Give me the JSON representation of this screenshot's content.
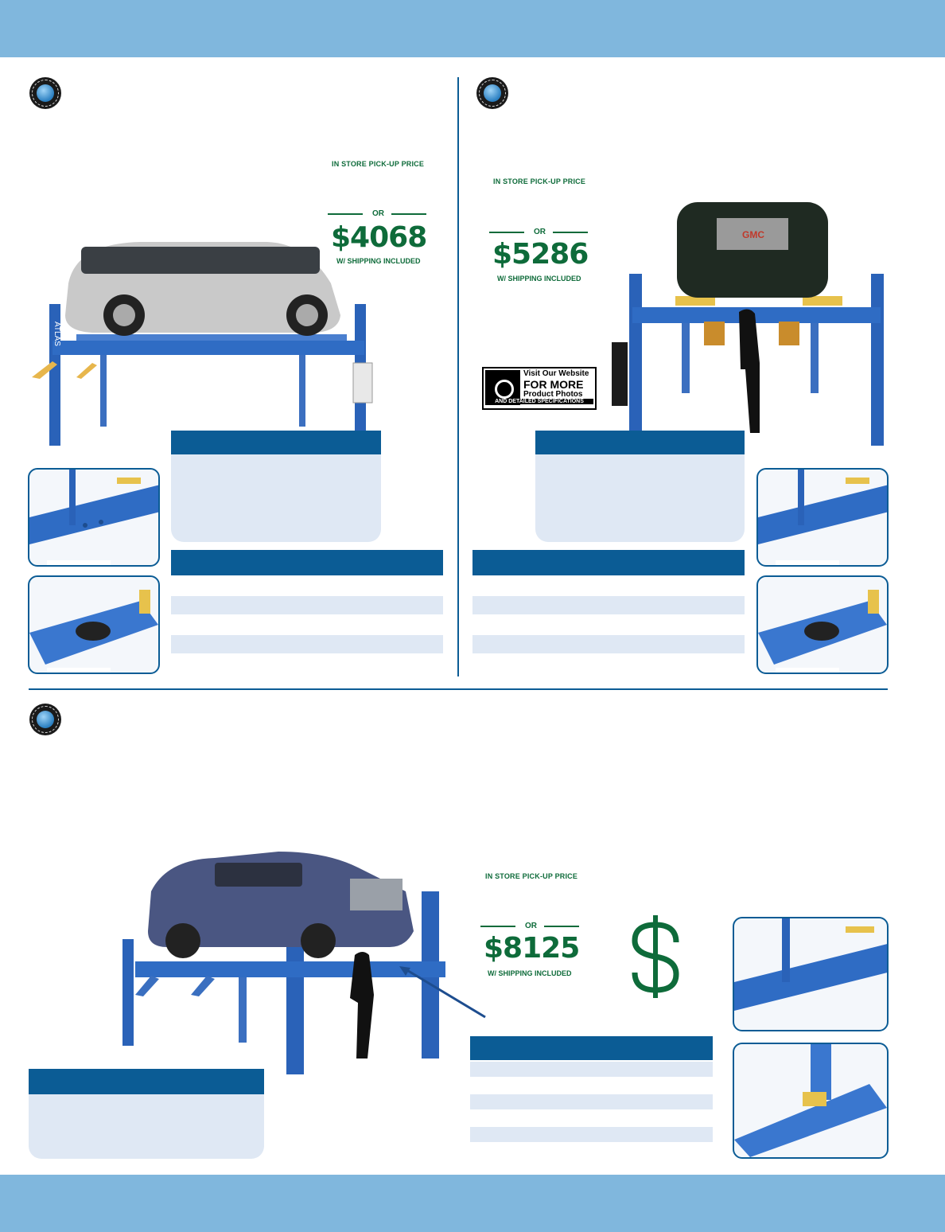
{
  "product_1": {
    "pickup_label": "IN STORE PICK-UP PRICE",
    "or_label": "OR",
    "shipping_price": "$4068",
    "shipping_label": "W/ SHIPPING INCLUDED",
    "post_lettering": "ATLAS"
  },
  "product_2": {
    "pickup_label": "IN STORE PICK-UP PRICE",
    "or_label": "OR",
    "shipping_price": "$5286",
    "shipping_label": "W/ SHIPPING INCLUDED",
    "grille_badge": "GMC"
  },
  "website_promo": {
    "line1": "Visit Our Website",
    "line2": "FOR MORE",
    "line3": "Product Photos",
    "line4": "AND DETAILED SPECIFICATIONS",
    "icon": "camera-icon"
  },
  "product_3": {
    "pickup_label": "IN STORE PICK-UP PRICE",
    "or_label": "OR",
    "shipping_price": "$8125",
    "shipping_label": "W/ SHIPPING INCLUDED",
    "icon": "dollar-sign-icon"
  },
  "colors": {
    "band": "#80b7dd",
    "accent_blue": "#0b5c95",
    "price_green": "#0e6b3a",
    "panel_fill": "#dfe8f4"
  }
}
